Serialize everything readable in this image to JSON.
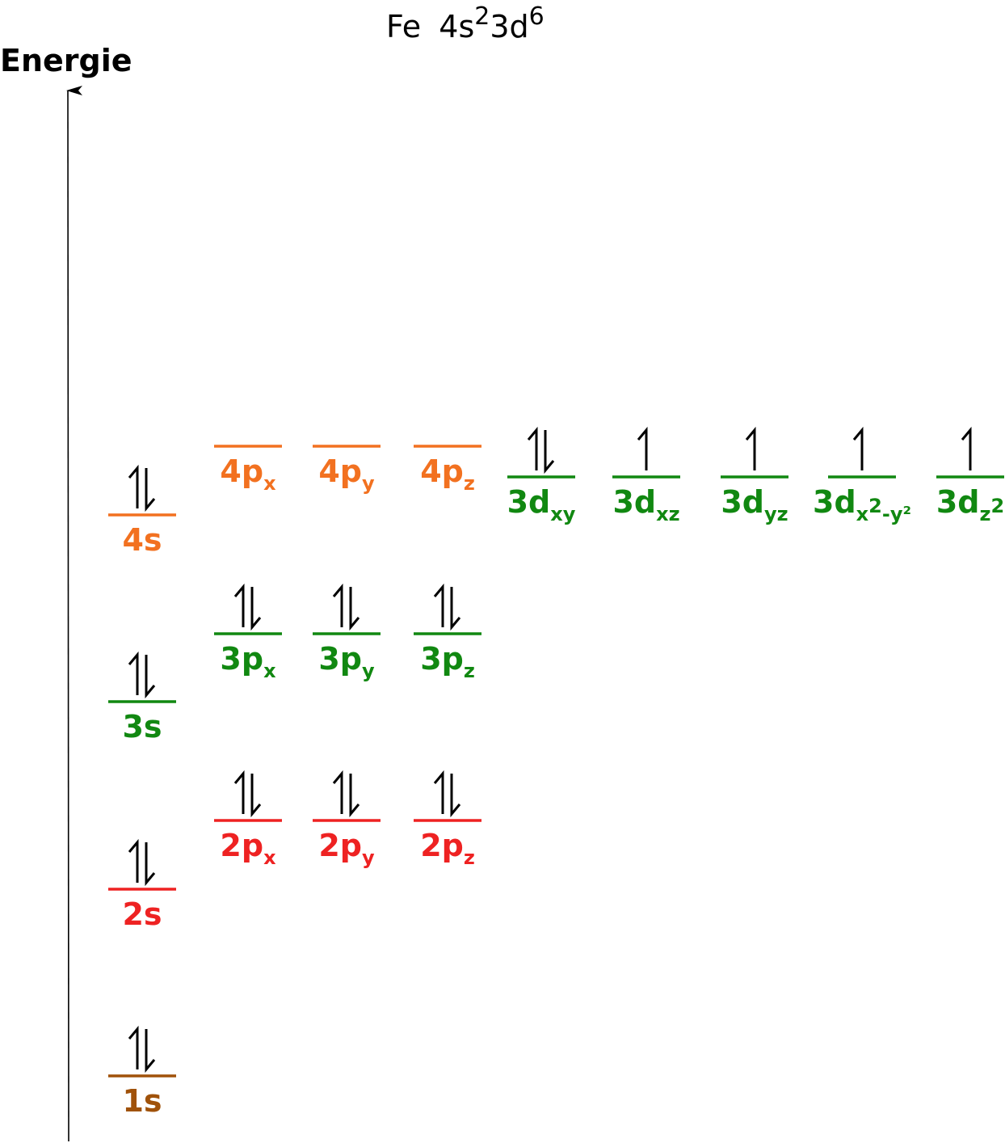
{
  "title": {
    "element": "Fe",
    "config_4s": "4s",
    "exp_4s": "2",
    "config_3d": "3d",
    "exp_3d": "6"
  },
  "axis": {
    "label": "Energie"
  },
  "colors": {
    "shell1": "#a0520a",
    "shell2": "#ee2222",
    "shell3": "#118811",
    "shell4": "#f27120",
    "electrons": "#000000",
    "axis": "#000000"
  },
  "levels": [
    {
      "id": "1s",
      "base": "1s",
      "sub": "",
      "sup": "",
      "tail": "",
      "electrons": "paired",
      "color": "shell1"
    },
    {
      "id": "2s",
      "base": "2s",
      "sub": "",
      "sup": "",
      "tail": "",
      "electrons": "paired",
      "color": "shell2"
    },
    {
      "id": "2px",
      "base": "2p",
      "sub": "x",
      "sup": "",
      "tail": "",
      "electrons": "paired",
      "color": "shell2"
    },
    {
      "id": "2py",
      "base": "2p",
      "sub": "y",
      "sup": "",
      "tail": "",
      "electrons": "paired",
      "color": "shell2"
    },
    {
      "id": "2pz",
      "base": "2p",
      "sub": "z",
      "sup": "",
      "tail": "",
      "electrons": "paired",
      "color": "shell2"
    },
    {
      "id": "3s",
      "base": "3s",
      "sub": "",
      "sup": "",
      "tail": "",
      "electrons": "paired",
      "color": "shell3"
    },
    {
      "id": "3px",
      "base": "3p",
      "sub": "x",
      "sup": "",
      "tail": "",
      "electrons": "paired",
      "color": "shell3"
    },
    {
      "id": "3py",
      "base": "3p",
      "sub": "y",
      "sup": "",
      "tail": "",
      "electrons": "paired",
      "color": "shell3"
    },
    {
      "id": "3pz",
      "base": "3p",
      "sub": "z",
      "sup": "",
      "tail": "",
      "electrons": "paired",
      "color": "shell3"
    },
    {
      "id": "4s",
      "base": "4s",
      "sub": "",
      "sup": "",
      "tail": "",
      "electrons": "paired",
      "color": "shell4"
    },
    {
      "id": "4px",
      "base": "4p",
      "sub": "x",
      "sup": "",
      "tail": "",
      "electrons": "empty",
      "color": "shell4"
    },
    {
      "id": "4py",
      "base": "4p",
      "sub": "y",
      "sup": "",
      "tail": "",
      "electrons": "empty",
      "color": "shell4"
    },
    {
      "id": "4pz",
      "base": "4p",
      "sub": "z",
      "sup": "",
      "tail": "",
      "electrons": "empty",
      "color": "shell4"
    },
    {
      "id": "3dxy",
      "base": "3d",
      "sub": "xy",
      "sup": "",
      "tail": "",
      "electrons": "paired",
      "color": "shell3"
    },
    {
      "id": "3dxz",
      "base": "3d",
      "sub": "xz",
      "sup": "",
      "tail": "",
      "electrons": "single",
      "color": "shell3"
    },
    {
      "id": "3dyz",
      "base": "3d",
      "sub": "yz",
      "sup": "",
      "tail": "",
      "electrons": "single",
      "color": "shell3"
    },
    {
      "id": "3dx2y2",
      "base": "3d",
      "sub": "x",
      "sup": "2",
      "tail": "-y²",
      "electrons": "single",
      "color": "shell3"
    },
    {
      "id": "3dz2",
      "base": "3d",
      "sub": "z",
      "sup": "2",
      "tail": "",
      "electrons": "single",
      "color": "shell3"
    }
  ]
}
